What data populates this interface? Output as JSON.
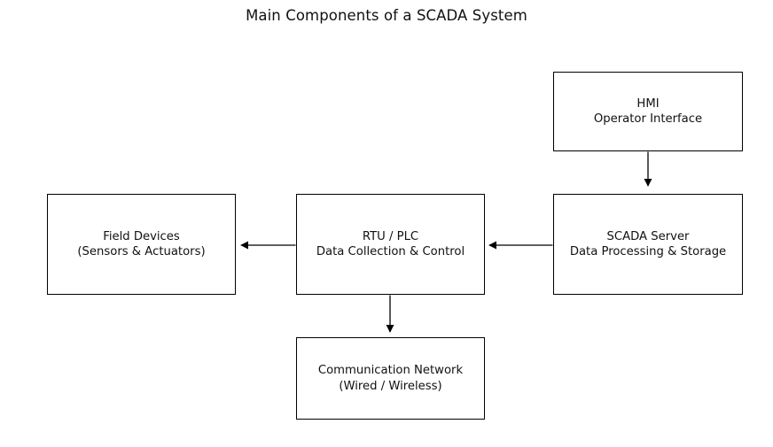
{
  "diagram": {
    "title": "Main Components of a SCADA System",
    "background_color": "#ffffff",
    "stroke_color": "#000000",
    "text_color": "#111111",
    "nodes": [
      {
        "id": "hmi",
        "line1": "HMI",
        "line2": "Operator Interface"
      },
      {
        "id": "scada-server",
        "line1": "SCADA Server",
        "line2": "Data Processing & Storage"
      },
      {
        "id": "rtu-plc",
        "line1": "RTU / PLC",
        "line2": "Data Collection & Control"
      },
      {
        "id": "field-devices",
        "line1": "Field Devices",
        "line2": "(Sensors & Actuators)"
      },
      {
        "id": "communication-network",
        "line1": "Communication Network",
        "line2": "(Wired / Wireless)"
      }
    ],
    "edges": [
      {
        "id": "hmi-to-server",
        "from": "hmi",
        "to": "scada-server",
        "direction": "down"
      },
      {
        "id": "server-to-rtu",
        "from": "scada-server",
        "to": "rtu-plc",
        "direction": "left"
      },
      {
        "id": "rtu-to-field",
        "from": "rtu-plc",
        "to": "field-devices",
        "direction": "left"
      },
      {
        "id": "rtu-to-network",
        "from": "rtu-plc",
        "to": "communication-network",
        "direction": "down"
      }
    ]
  }
}
